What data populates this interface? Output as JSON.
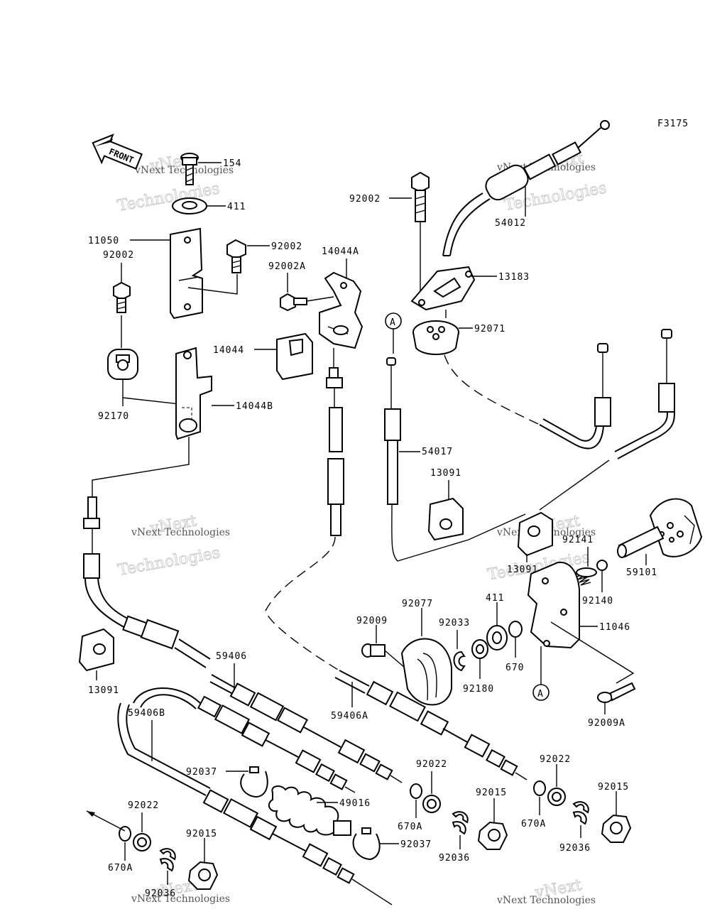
{
  "diagram": {
    "figure_code": "F3175",
    "front_label": "FRONT",
    "callouts": {
      "a1": "A",
      "a2": "A"
    },
    "parts": {
      "p154": "154",
      "p411a": "411",
      "p11050": "11050",
      "p92002a": "92002",
      "p92002b": "92002",
      "p92002c": "92002",
      "p92002A": "92002A",
      "p14044A": "14044A",
      "p14044": "14044",
      "p14044B": "14044B",
      "p92170": "92170",
      "p54012": "54012",
      "p13183": "13183",
      "p92071": "92071",
      "p54017": "54017",
      "p13091a": "13091",
      "p13091b": "13091",
      "p13091c": "13091",
      "p92141": "92141",
      "p92140": "92140",
      "p59101": "59101",
      "p11046": "11046",
      "p92077": "92077",
      "p92009": "92009",
      "p92033": "92033",
      "p411b": "411",
      "p670": "670",
      "p92180": "92180",
      "p92009A": "92009A",
      "p59406": "59406",
      "p59406A": "59406A",
      "p59406B": "59406B",
      "p92037a": "92037",
      "p92037b": "92037",
      "p49016": "49016",
      "p92022a": "92022",
      "p92022b": "92022",
      "p92022c": "92022",
      "p670Aa": "670A",
      "p670Ab": "670A",
      "p670Ac": "670A",
      "p92015a": "92015",
      "p92015b": "92015",
      "p92015c": "92015",
      "p92036a": "92036",
      "p92036b": "92036",
      "p92036c": "92036"
    },
    "watermark": {
      "line1": "vNext",
      "line2": "Technologies",
      "small": "vNext Technologies"
    }
  }
}
